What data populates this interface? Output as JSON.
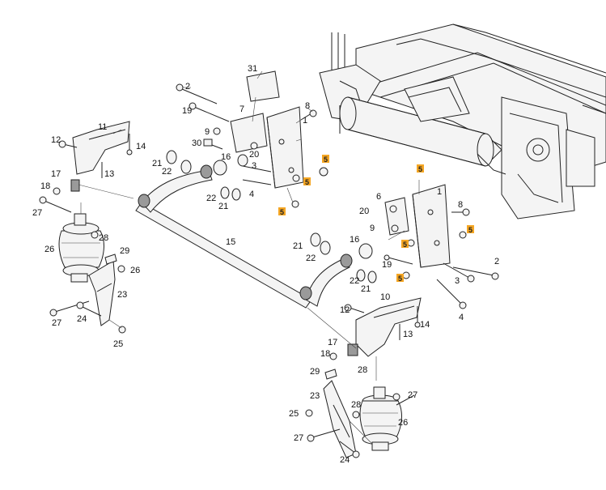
{
  "colors": {
    "highlight": "#f5a623",
    "line": "#222222",
    "background": "#ffffff"
  },
  "labels": {
    "l31": "31",
    "l2a": "2",
    "l7": "7",
    "l8a": "8",
    "l19a": "19",
    "l9a": "9",
    "l1a": "1",
    "l30": "30",
    "l20a": "20",
    "l16a": "16",
    "l3a": "3",
    "l4a": "4",
    "l21a": "21",
    "l22a": "22",
    "l22b": "22",
    "l21b": "21",
    "l11a": "11",
    "l12a": "12",
    "l14a": "14",
    "l13a": "13",
    "l17a": "17",
    "l18a": "18",
    "l27a": "27",
    "l28a": "28",
    "l26a": "26",
    "l29a": "29",
    "l26b": "26",
    "l23a": "23",
    "l27b": "27",
    "l24a": "24",
    "l25a": "25",
    "l15": "15",
    "l6": "6",
    "l1b": "1",
    "l8b": "8",
    "l20b": "20",
    "l9b": "9",
    "l21c": "21",
    "l16b": "16",
    "l22c": "22",
    "l19b": "19",
    "l2b": "2",
    "l3b": "3",
    "l22d": "22",
    "l21d": "21",
    "l10": "10",
    "l4b": "4",
    "l12b": "12",
    "l14b": "14",
    "l13b": "13",
    "l17b": "17",
    "l18b": "18",
    "l29b": "29",
    "l28b": "28",
    "l27c": "27",
    "l23b": "23",
    "l28c": "28",
    "l25b": "25",
    "l26c": "26",
    "l27d": "27",
    "l24b": "24"
  },
  "highlights": {
    "h1": "5",
    "h2": "5",
    "h3": "5",
    "h4": "5",
    "h5": "5",
    "h6": "5",
    "h7": "5"
  }
}
